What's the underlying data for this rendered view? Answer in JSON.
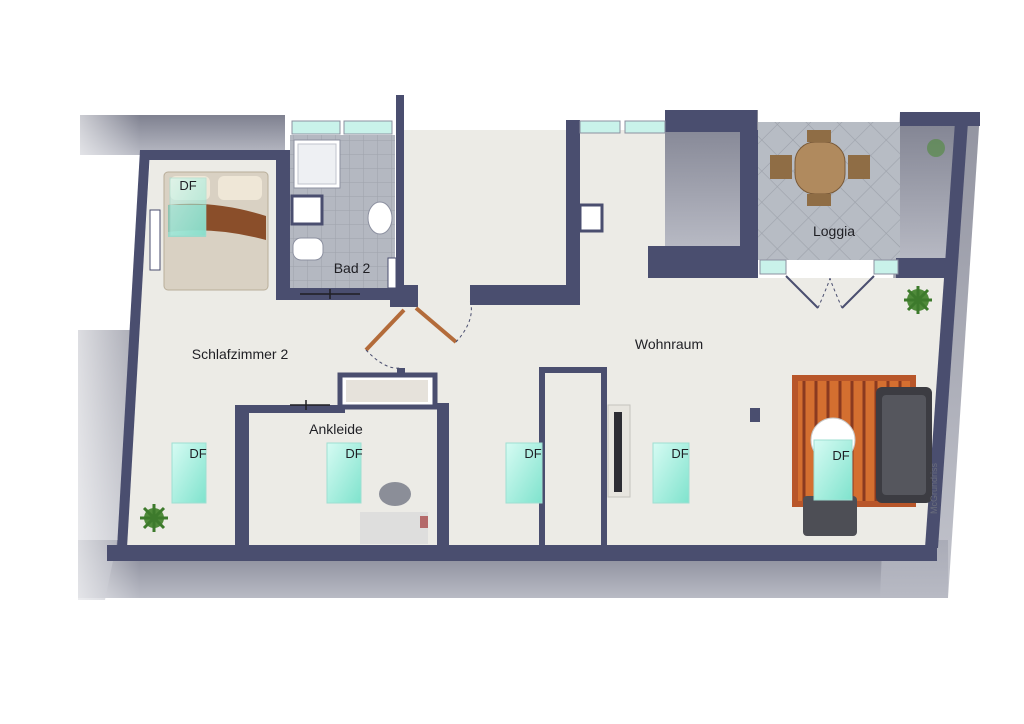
{
  "rooms": {
    "bedroom": "Schlafzimmer 2",
    "bath": "Bad 2",
    "closet": "Ankleide",
    "living": "Wohnraum",
    "loggia": "Loggia"
  },
  "skylight_label": "DF",
  "credit": "McGrundriss",
  "colors": {
    "wall": "#4a4e6f",
    "floor": "#ecebe6",
    "tile": "#a6abb5",
    "roof": "#8e909c"
  }
}
